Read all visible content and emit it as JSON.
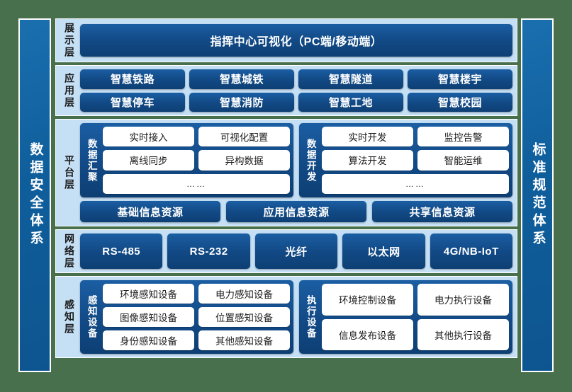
{
  "colors": {
    "background": "#48704c",
    "pillar": "#0f5e9c",
    "band_bg": "#c5dff5",
    "pill": "#124a86",
    "chip": "#ffffff"
  },
  "pillars": {
    "left": {
      "label": "数据安全体系"
    },
    "right": {
      "label": "标准规范体系"
    }
  },
  "layers": {
    "display": {
      "label": "展示层",
      "items": [
        "指挥中心可视化（PC端/移动端）"
      ]
    },
    "application": {
      "label": "应用层",
      "row1": [
        "智慧铁路",
        "智慧城铁",
        "智慧隧道",
        "智慧楼宇"
      ],
      "row2": [
        "智慧停车",
        "智慧消防",
        "智慧工地",
        "智慧校园"
      ]
    },
    "platform": {
      "label": "平台层",
      "groups": [
        {
          "label": "数据汇聚",
          "row1": [
            "实时接入",
            "可视化配置"
          ],
          "row2": [
            "离线同步",
            "异构数据"
          ],
          "row3": [
            "……"
          ]
        },
        {
          "label": "数据开发",
          "row1": [
            "实时开发",
            "监控告警"
          ],
          "row2": [
            "算法开发",
            "智能运维"
          ],
          "row3": [
            "……"
          ]
        }
      ],
      "resources": [
        "基础信息资源",
        "应用信息资源",
        "共享信息资源"
      ]
    },
    "network": {
      "label": "网络层",
      "items": [
        "RS-485",
        "RS-232",
        "光纤",
        "以太网",
        "4G/NB-IoT"
      ]
    },
    "perception": {
      "label": "感知层",
      "groups": [
        {
          "label": "感知设备",
          "row1": [
            "环境感知设备",
            "电力感知设备"
          ],
          "row2": [
            "图像感知设备",
            "位置感知设备"
          ],
          "row3": [
            "身份感知设备",
            "其他感知设备"
          ]
        },
        {
          "label": "执行设备",
          "row1": [
            "环境控制设备",
            "电力执行设备"
          ],
          "row2": [
            "信息发布设备",
            "其他执行设备"
          ]
        }
      ]
    }
  }
}
